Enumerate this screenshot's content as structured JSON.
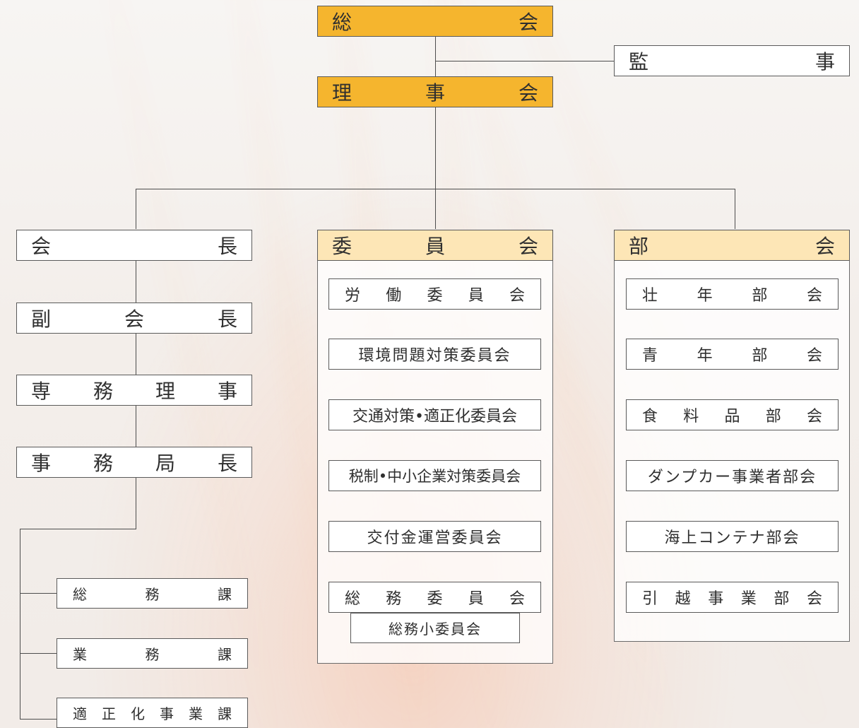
{
  "top": {
    "soukai": [
      "総",
      "会"
    ],
    "kanji": [
      "監",
      "事"
    ],
    "rijikai": [
      "理",
      "事",
      "会"
    ]
  },
  "left": {
    "kaicho": [
      "会",
      "長"
    ],
    "fukukaicho": [
      "副",
      "会",
      "長"
    ],
    "senmu": [
      "専",
      "務",
      "理",
      "事"
    ],
    "jimukyokucho": [
      "事",
      "務",
      "局",
      "長"
    ],
    "somuka": [
      "総",
      "務",
      "課"
    ],
    "gyomuka": [
      "業",
      "務",
      "課"
    ],
    "tekiseika": [
      "適",
      "正",
      "化",
      "事",
      "業",
      "課"
    ]
  },
  "middle": {
    "header": [
      "委",
      "員",
      "会"
    ],
    "items": [
      [
        "労",
        "働",
        "委",
        "員",
        "会"
      ],
      "環境問題対策委員会",
      "交通対策•適正化委員会",
      "税制•中小企業対策委員会",
      "交付金運営委員会",
      [
        "総",
        "務",
        "委",
        "員",
        "会"
      ]
    ],
    "subitem": "総務小委員会"
  },
  "right": {
    "header": [
      "部",
      "会"
    ],
    "items": [
      [
        "壮",
        "年",
        "部",
        "会"
      ],
      [
        "青",
        "年",
        "部",
        "会"
      ],
      [
        "食",
        "料",
        "品",
        "部",
        "会"
      ],
      "ダンプカー事業者部会",
      "海上コンテナ部会",
      [
        "引",
        "越",
        "事",
        "業",
        "部",
        "会"
      ]
    ]
  },
  "colors": {
    "dark_orange": "#f5b52e",
    "light_orange": "#fde6b6",
    "line": "#4d4d4d"
  }
}
